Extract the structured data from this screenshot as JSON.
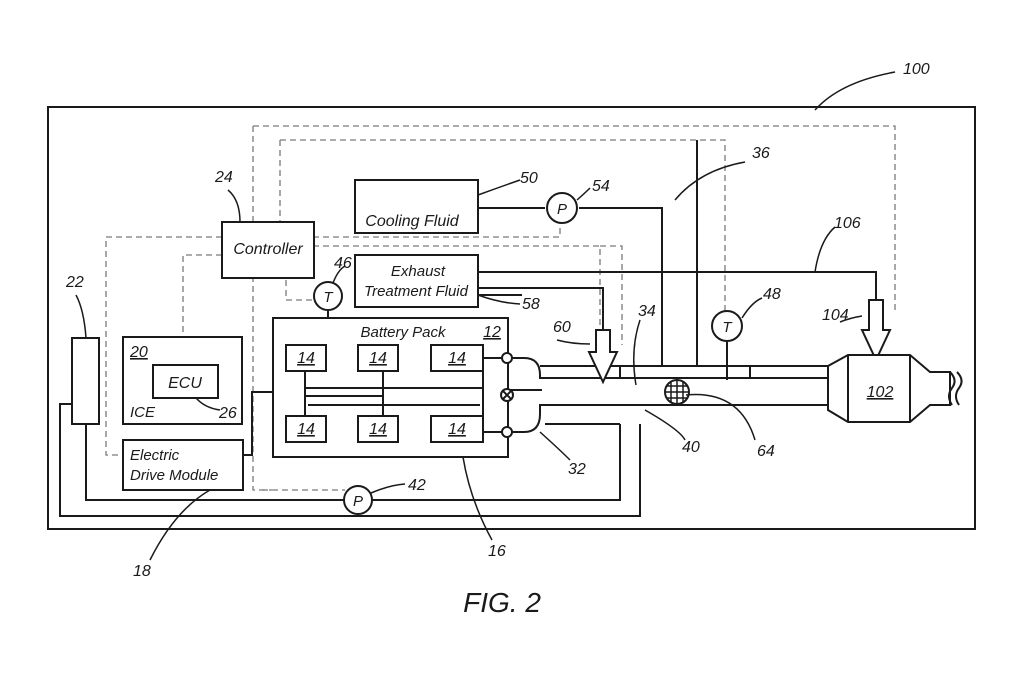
{
  "figure": {
    "caption": "FIG. 2",
    "components": {
      "controller": "Controller",
      "cooling_fluid": "Cooling Fluid",
      "exhaust_fluid_line1": "Exhaust",
      "exhaust_fluid_line2": "Treatment Fluid",
      "battery_pack": "Battery Pack",
      "ecu": "ECU",
      "ice": "ICE",
      "edm_line1": "Electric",
      "edm_line2": "Drive Module",
      "temp_sensor_symbol": "T",
      "pump_symbol": "P"
    },
    "ref_numerals": {
      "system": "100",
      "controller": "24",
      "cooling_fluid": "50",
      "pump_54": "54",
      "circuit": "36",
      "line_106": "106",
      "temp_sensor_46": "46",
      "exhaust_fluid": "58",
      "battery_pack": "12",
      "module": "14",
      "valve_60": "60",
      "pipe_34": "34",
      "temp_sensor_48": "48",
      "injector_104": "104",
      "catalyst": "102",
      "grid_64": "64",
      "exhaust_40": "40",
      "pipe_32": "32",
      "pump_42": "42",
      "housing_16": "16",
      "edm": "18",
      "ecu": "26",
      "ice": "20",
      "generator": "22"
    }
  }
}
